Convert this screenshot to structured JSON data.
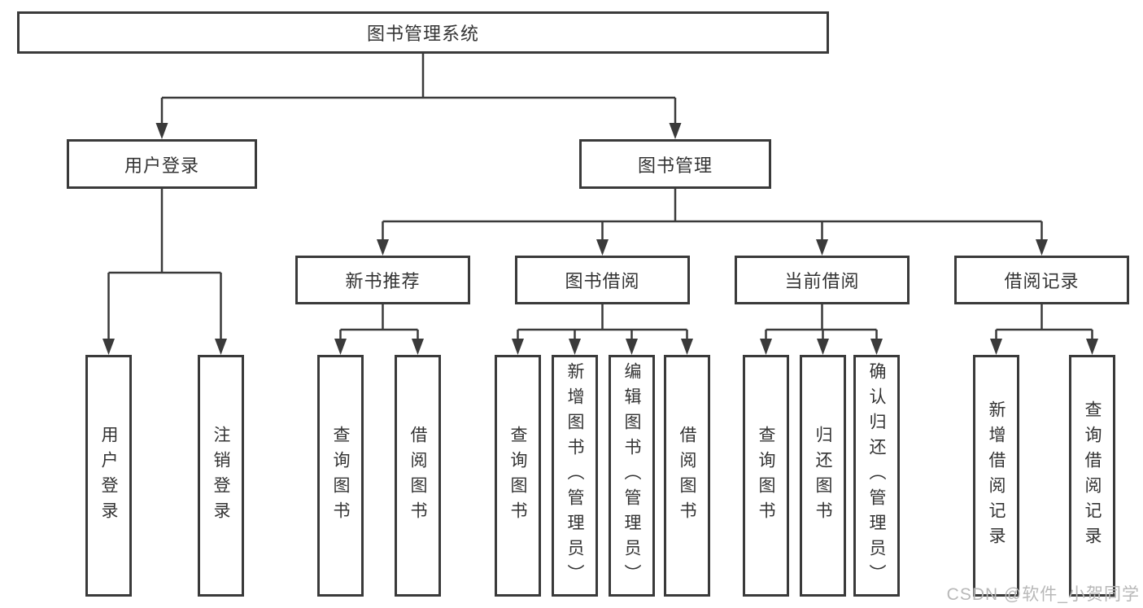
{
  "diagram": {
    "root": {
      "label": "图书管理系统"
    },
    "level2": [
      {
        "label": "用户登录"
      },
      {
        "label": "图书管理"
      }
    ],
    "level3": [
      {
        "label": "新书推荐"
      },
      {
        "label": "图书借阅"
      },
      {
        "label": "当前借阅"
      },
      {
        "label": "借阅记录"
      }
    ],
    "leaves": [
      {
        "label": "用户登录"
      },
      {
        "label": "注销登录"
      },
      {
        "label": "查询图书"
      },
      {
        "label": "借阅图书"
      },
      {
        "label": "查询图书"
      },
      {
        "label": "新增图书（管理员）"
      },
      {
        "label": "编辑图书（管理员）"
      },
      {
        "label": "借阅图书"
      },
      {
        "label": "查询图书"
      },
      {
        "label": "归还图书"
      },
      {
        "label": "确认归还（管理员）"
      },
      {
        "label": "新增借阅记录"
      },
      {
        "label": "查询借阅记录"
      }
    ]
  },
  "watermark": {
    "text": "CSDN @软件_小贺同学"
  },
  "colors": {
    "line": "#3a3a3a",
    "text": "#333333",
    "watermark": "#b8b8b8",
    "background": "#ffffff"
  }
}
